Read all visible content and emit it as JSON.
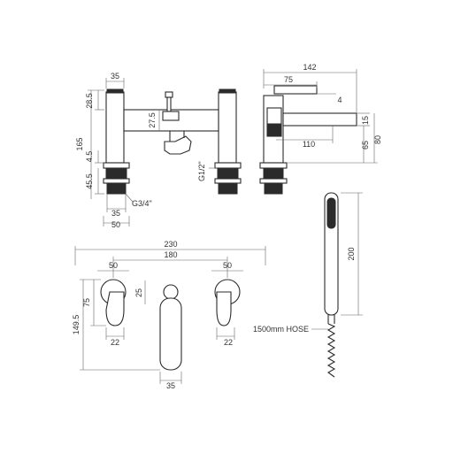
{
  "dimensions": {
    "front_top_width": "35",
    "front_top_height": "28.5",
    "front_total_height": "165",
    "front_spout_height": "27.5",
    "front_deck_gap": "4.5",
    "front_thread_length": "45.5",
    "front_thread_width": "35",
    "front_base_width": "50",
    "thread_spec_left": "G3/4\"",
    "thread_spec_right": "G1/2\"",
    "side_total_depth": "142",
    "side_handle_depth": "75",
    "side_handle_offset": "4",
    "side_top_gap": "15",
    "side_spout_reach": "110",
    "side_spout_height": "65",
    "side_total_height": "80",
    "wall_total_width": "230",
    "wall_centres": "180",
    "wall_left_handle": "50",
    "wall_right_handle": "50",
    "wall_centre_gap": "25",
    "wall_total_height": "149.5",
    "wall_handle_height": "75",
    "wall_left_lever": "22",
    "wall_right_lever": "22",
    "wall_spout_width": "35",
    "handset_height": "200",
    "hose_label": "1500mm HOSE"
  },
  "colors": {
    "line": "#2b2b2b",
    "dimension": "#666666"
  }
}
